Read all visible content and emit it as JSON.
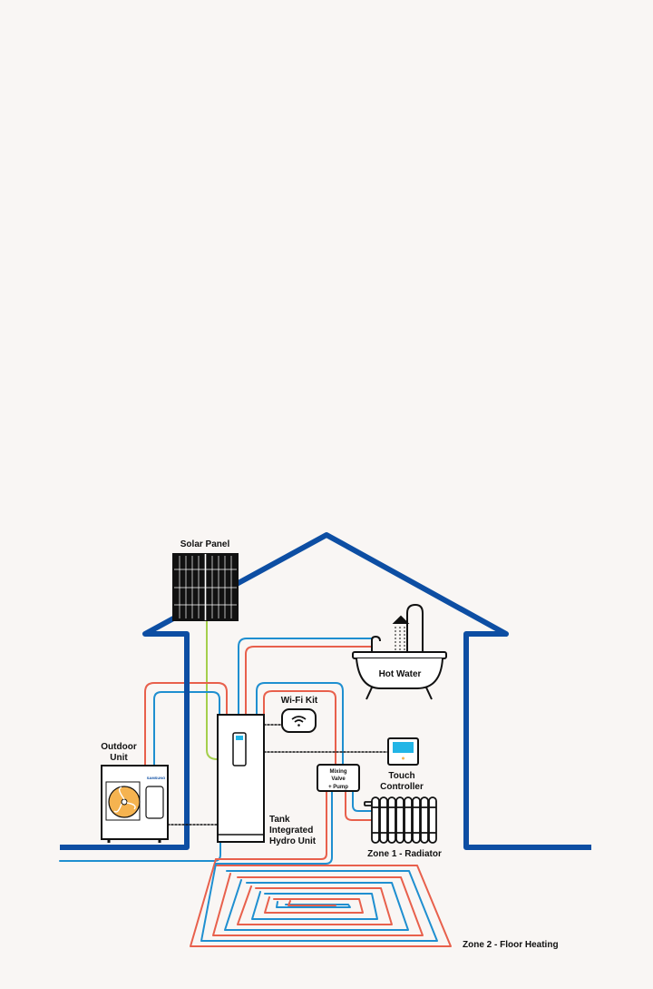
{
  "labels": {
    "solar_panel": "Solar Panel",
    "hot_water": "Hot Water",
    "wifi_kit": "Wi-Fi Kit",
    "outdoor_unit_1": "Outdoor",
    "outdoor_unit_2": "Unit",
    "touch_controller_1": "Touch",
    "touch_controller_2": "Controller",
    "mixing_1": "Mixing",
    "mixing_2": "Valve",
    "mixing_3": "+ Pump",
    "tank_1": "Tank",
    "tank_2": "Integrated",
    "tank_3": "Hydro Unit",
    "zone1": "Zone 1 - Radiator",
    "zone2": "Zone 2 - Floor Heating",
    "brand": "SAMSUNG"
  },
  "colors": {
    "house": "#0d4ea3",
    "hot": "#e8604c",
    "cold": "#1f8fd0",
    "solar": "#a5cf4c",
    "fan": "#f5b350",
    "screen": "#22b5e6"
  }
}
